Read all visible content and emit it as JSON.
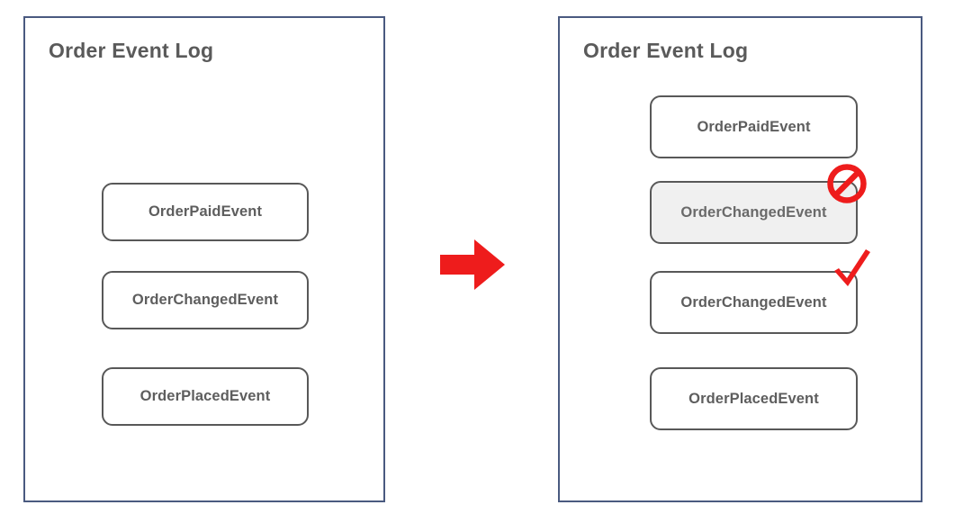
{
  "diagram": {
    "title_color": "#5a5a5a",
    "panel_border_color": "#4a5a80",
    "box_border_color": "#585858",
    "accent_color": "#ee1c1c",
    "disabled_fill": "#f0f0f0"
  },
  "panels": [
    {
      "id": "before",
      "title": "Order Event Log",
      "events": [
        {
          "label": "OrderPaidEvent",
          "state": "normal"
        },
        {
          "label": "OrderChangedEvent",
          "state": "normal"
        },
        {
          "label": "OrderPlacedEvent",
          "state": "normal"
        }
      ]
    },
    {
      "id": "after",
      "title": "Order Event Log",
      "events": [
        {
          "label": "OrderPaidEvent",
          "state": "normal"
        },
        {
          "label": "OrderChangedEvent",
          "state": "disabled",
          "mark": "blocked"
        },
        {
          "label": "OrderChangedEvent",
          "state": "normal",
          "mark": "approved"
        },
        {
          "label": "OrderPlacedEvent",
          "state": "normal"
        }
      ]
    }
  ],
  "connector": {
    "icon": "right-arrow-icon",
    "color": "#ee1c1c"
  },
  "marks": {
    "blocked": {
      "icon": "prohibition-icon",
      "color": "#ee1c1c"
    },
    "approved": {
      "icon": "check-icon",
      "color": "#ee1c1c"
    }
  }
}
